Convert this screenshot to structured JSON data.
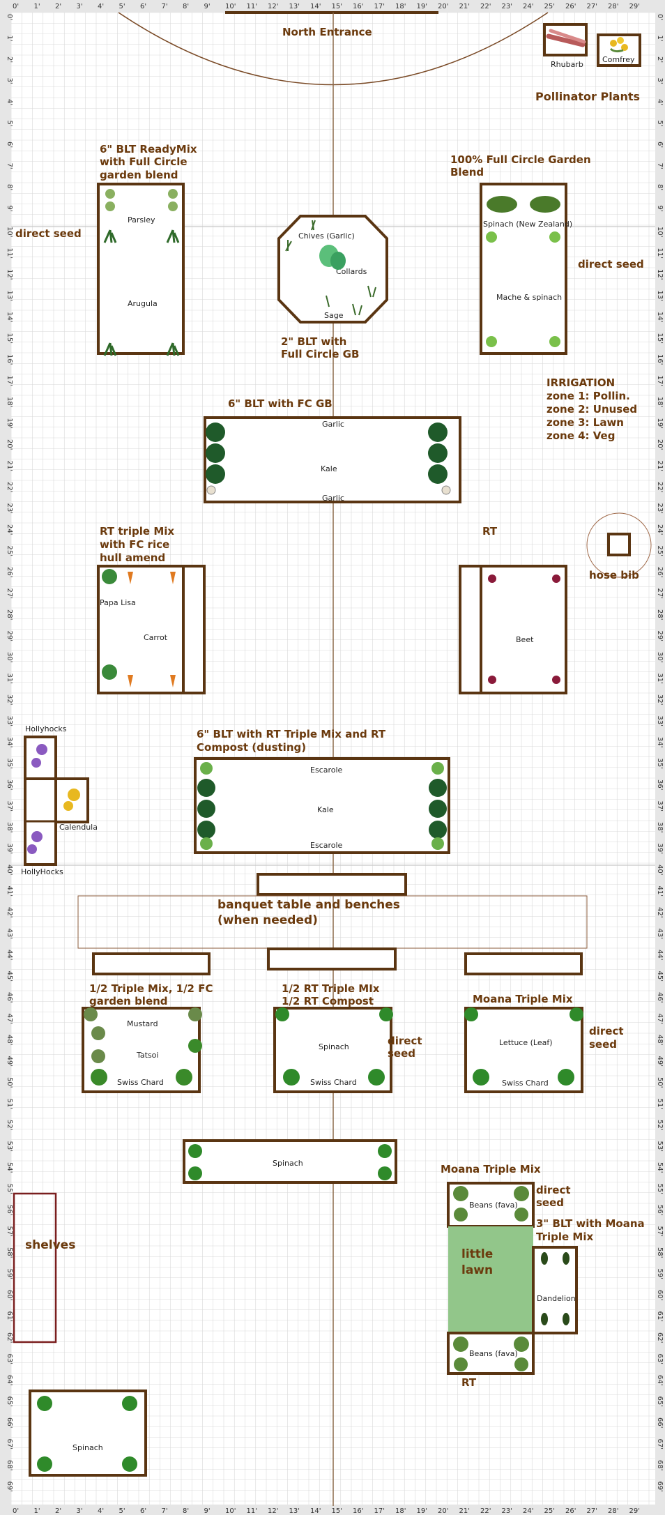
{
  "ruler": {
    "feet_x": [
      "0'",
      "1'",
      "2'",
      "3'",
      "4'",
      "5'",
      "6'",
      "7'",
      "8'",
      "9'",
      "10'",
      "11'",
      "12'",
      "13'",
      "14'",
      "15'",
      "16'",
      "17'",
      "18'",
      "19'",
      "20'",
      "21'",
      "22'",
      "23'",
      "24'",
      "25'",
      "26'",
      "27'",
      "28'",
      "29'"
    ],
    "feet_y": [
      "0'",
      "1'",
      "2'",
      "3'",
      "4'",
      "5'",
      "6'",
      "7'",
      "8'",
      "9'",
      "10'",
      "11'",
      "12'",
      "13'",
      "14'",
      "15'",
      "16'",
      "17'",
      "18'",
      "19'",
      "20'",
      "21'",
      "22'",
      "23'",
      "24'",
      "25'",
      "26'",
      "27'",
      "28'",
      "29'",
      "30'",
      "31'",
      "32'",
      "33'",
      "34'",
      "35'",
      "36'",
      "37'",
      "38'",
      "39'",
      "40'",
      "41'",
      "42'",
      "43'",
      "44'",
      "45'",
      "46'",
      "47'",
      "48'",
      "49'",
      "50'",
      "51'",
      "52'",
      "53'",
      "54'",
      "55'",
      "56'",
      "57'",
      "58'",
      "59'",
      "60'",
      "61'",
      "62'",
      "63'",
      "64'",
      "65'",
      "66'",
      "67'",
      "68'",
      "69'"
    ]
  },
  "colors": {
    "bed": "#5a3512",
    "heading": "#6b3a0d",
    "lawn": "#92c68a",
    "shelves": "#7a1e1e",
    "grid": "#d9d9d9"
  },
  "headings": {
    "north_entrance": "North Entrance",
    "pollinator": "Pollinator Plants",
    "blt_readymix": [
      "6\" BLT ReadyMix",
      "with Full Circle",
      "garden blend"
    ],
    "full_circle": [
      "100% Full Circle Garden",
      "Blend"
    ],
    "direct_seed_left": "direct seed",
    "direct_seed_right": "direct seed",
    "blt_2in": [
      "2\" BLT with",
      "Full Circle GB"
    ],
    "irrigation": [
      "IRRIGATION",
      "zone 1: Pollin.",
      "zone 2: Unused",
      "zone 3: Lawn",
      "zone 4: Veg"
    ],
    "blt_6_fcgb": "6\" BLT with FC GB",
    "rt_triple": [
      "RT triple Mix",
      "with FC rice",
      "hull amend"
    ],
    "rt": "RT",
    "hose_bib": "hose bib",
    "blt_rt_triple": [
      "6\" BLT with RT Triple Mix and RT",
      "Compost (dusting)"
    ],
    "banquet": [
      "banquet table and benches",
      "(when needed)"
    ],
    "half_triple": [
      "1/2 Triple Mix, 1/2 FC",
      "garden blend"
    ],
    "half_rt": [
      "1/2 RT Triple MIx",
      "1/2 RT Compost"
    ],
    "moana_1": "Moana Triple Mix",
    "direct_seed_mid": [
      "direct",
      "seed"
    ],
    "direct_seed_moana": [
      "direct",
      "seed"
    ],
    "moana_2": "Moana Triple Mix",
    "direct_seed_beans": [
      "direct",
      "seed"
    ],
    "blt_3_moana": [
      "3\" BLT with Moana",
      "Triple Mix"
    ],
    "shelves": "shelves",
    "little_lawn": [
      "little",
      "lawn"
    ],
    "rt_bottom": "RT"
  },
  "plants": {
    "rhubarb": "Rhubarb",
    "comfrey": "Comfrey",
    "parsley": "Parsley",
    "arugula": "Arugula",
    "chives": "Chives (Garlic)",
    "collards": "Collards",
    "sage": "Sage",
    "spinach_nz": "Spinach (New Zealand)",
    "mache": "Mache & spinach",
    "garlic_top": "Garlic",
    "kale_1": "Kale",
    "garlic_bottom": "Garlic",
    "papa_lisa": "Papa Lisa",
    "carrot": "Carrot",
    "beet": "Beet",
    "hollyhocks_1": "Hollyhocks",
    "calendula": "Calendula",
    "hollyhocks_2": "HollyHocks",
    "escarole_top": "Escarole",
    "kale_2": "Kale",
    "escarole_bottom": "Escarole",
    "mustard": "Mustard",
    "tatsoi": "Tatsoi",
    "swiss_chard_1": "Swiss Chard",
    "spinach_mid": "Spinach",
    "swiss_chard_2": "Swiss Chard",
    "lettuce": "Lettuce (Leaf)",
    "swiss_chard_3": "Swiss Chard",
    "spinach_long": "Spinach",
    "beans_top": "Beans (fava)",
    "dandelion": "Dandelion",
    "beans_bottom": "Beans (fava)",
    "spinach_bottom": "Spinach"
  }
}
